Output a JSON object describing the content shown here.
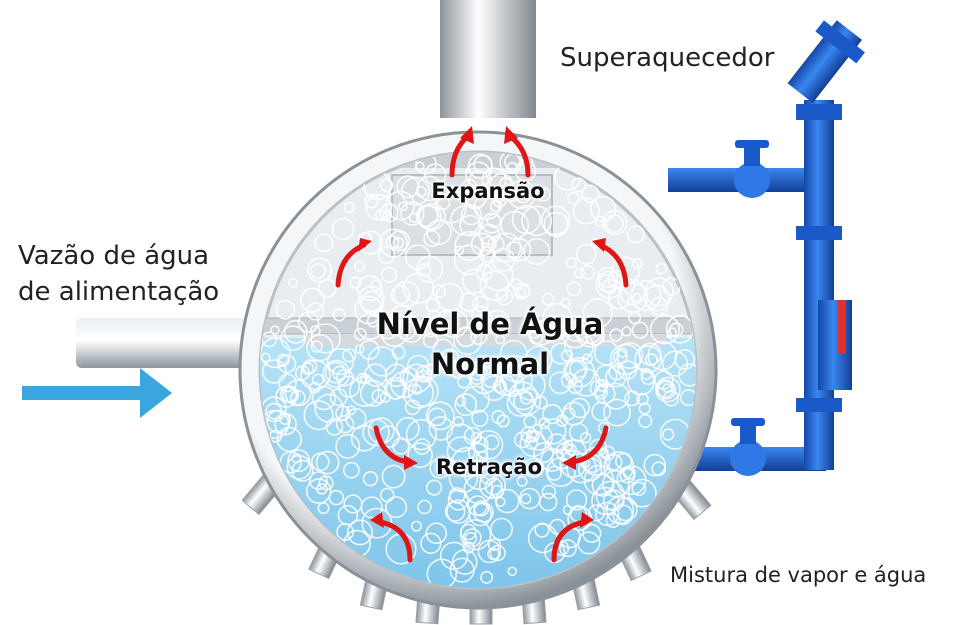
{
  "labels": {
    "superheater": "Superaquecedor",
    "feedwater_line1": "Vazão de água",
    "feedwater_line2": "de alimentação",
    "expansion": "Expansão",
    "normal_level_line1": "Nível de Água",
    "normal_level_line2": "Normal",
    "retraction": "Retração",
    "mixture": "Mistura de vapor e água"
  },
  "colors": {
    "water": "#8fd0f0",
    "flow_arrow": "#3aa6e0",
    "circulation_arrow": "#e01616",
    "pipe_blue": "#1e63d8",
    "steel": "#a9b1b8",
    "ruler_red": "#e03030"
  }
}
